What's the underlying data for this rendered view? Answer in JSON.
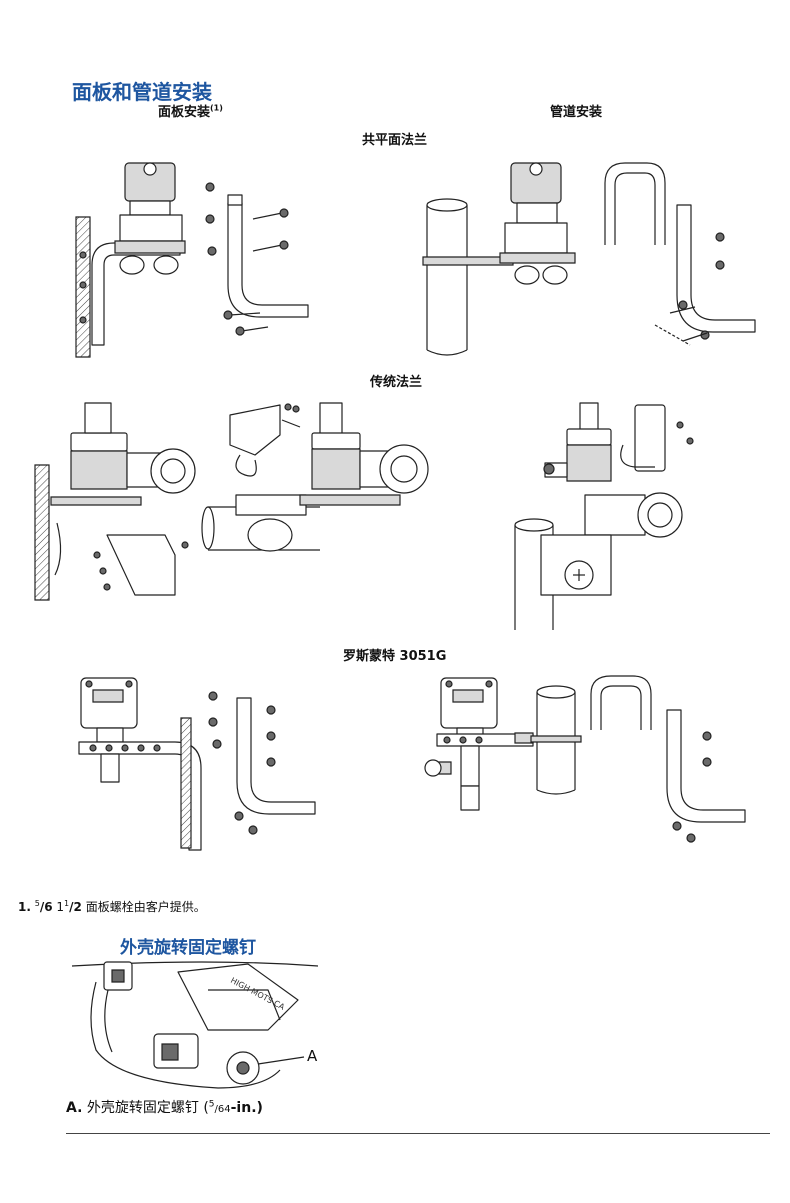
{
  "section_title": "面板和管道安装",
  "column_labels": {
    "panel": "面板安装",
    "panel_sup": "(1)",
    "pipe": "管道安装"
  },
  "subsections": {
    "coplanar": "共平面法兰",
    "traditional": "传统法兰",
    "model": "罗斯蒙特 3051G"
  },
  "footnote": {
    "num": "1.",
    "frac1_num": "5",
    "frac1_den": "/6",
    "whole2": "1",
    "frac2_num": "1",
    "frac2_den": "/2",
    "text": "面板螺栓由客户提供。"
  },
  "housing_title": "外壳旋转固定螺钉",
  "callout_letter": "A",
  "housing_label_embossed": "HIGH MOTS CA",
  "caption": {
    "letter": "A.",
    "text": "外壳旋转固定螺钉 (",
    "frac_num": "5",
    "frac_den": "/64",
    "unit": "-in.)"
  },
  "colors": {
    "heading": "#1e56a0",
    "line": "#222222",
    "rule": "#444444"
  }
}
